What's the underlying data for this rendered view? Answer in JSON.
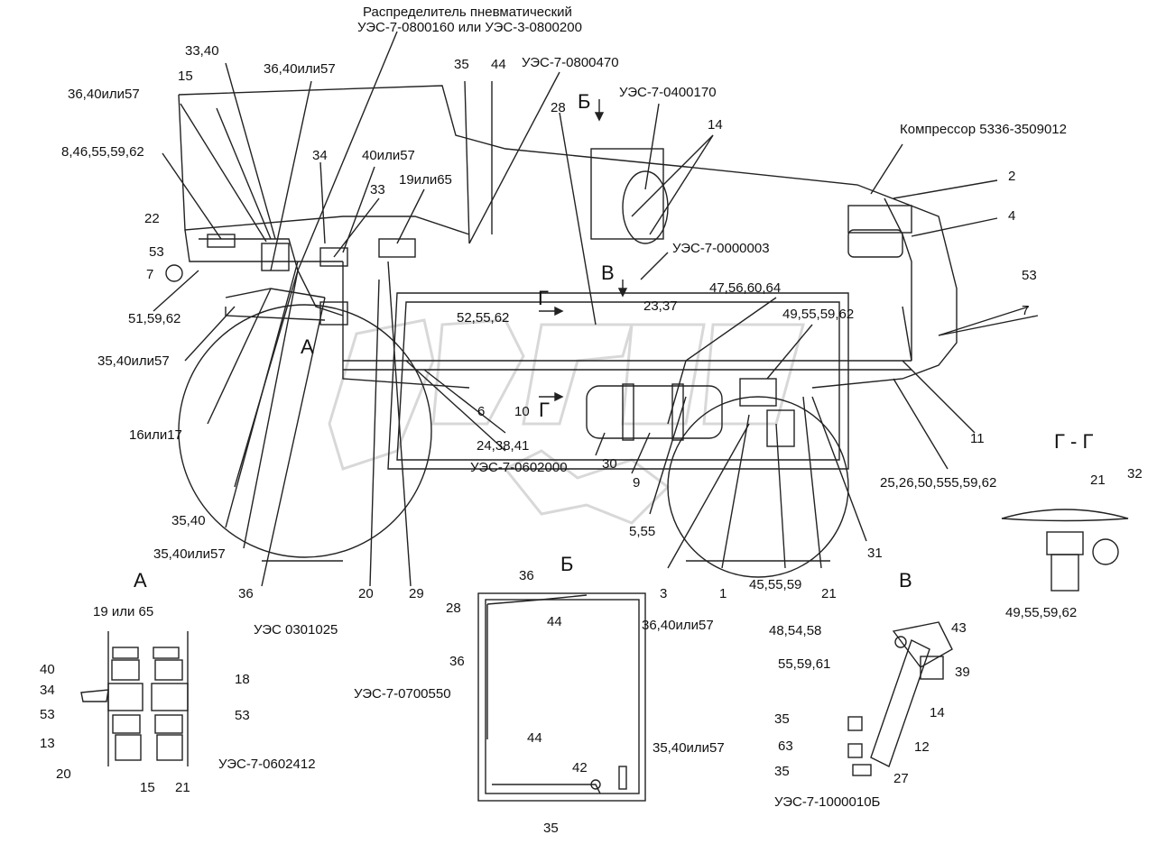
{
  "title_lines": [
    "Распределитель пневматический",
    "УЭС-7-0800160 или УЭС-3-0800200"
  ],
  "main_labels": [
    "33,40",
    "36,40или57",
    "15",
    "36,40или57",
    "8,46,55,59,62",
    "34",
    "40или57",
    "33",
    "19или65",
    "35",
    "44",
    "УЭС-7-0800470",
    "Б",
    "28",
    "УЭС-7-0400170",
    "14",
    "Компрессор 5336-3509012",
    "2",
    "4",
    "22",
    "53",
    "7",
    "УЭС-7-0000003",
    "В",
    "47,56,60,64",
    "53",
    "7",
    "Г",
    "23,37",
    "51,59,62",
    "52,55,62",
    "49,55,59,62",
    "А",
    "35,40или57",
    "16или17",
    "6",
    "10",
    "Г",
    "11",
    "24,38,41",
    "УЭС-7-0602000",
    "30",
    "9",
    "25,26,50,555,59,62",
    "35,40",
    "5,55",
    "35,40или57",
    "31",
    "36",
    "20",
    "29",
    "3",
    "1",
    "45,55,59",
    "21",
    "УЭС 0301025"
  ],
  "view_titles": {
    "a": "А",
    "b": "Б",
    "v": "В",
    "g": "Г - Г"
  },
  "view_a_labels": [
    "19 или 65",
    "40",
    "34",
    "18",
    "53",
    "53",
    "13",
    "20",
    "15",
    "21",
    "УЭС-7-0602412"
  ],
  "view_b_labels": [
    "36",
    "44",
    "28",
    "36,40или57",
    "36",
    "УЭС-7-0700550",
    "44",
    "42",
    "35,40или57",
    "35"
  ],
  "view_v_labels": [
    "48,54,58",
    "43",
    "55,59,61",
    "39",
    "14",
    "35",
    "12",
    "63",
    "35",
    "27",
    "УЭС-7-1000010Б"
  ],
  "view_g_labels": [
    "21",
    "32",
    "49,55,59,62"
  ]
}
